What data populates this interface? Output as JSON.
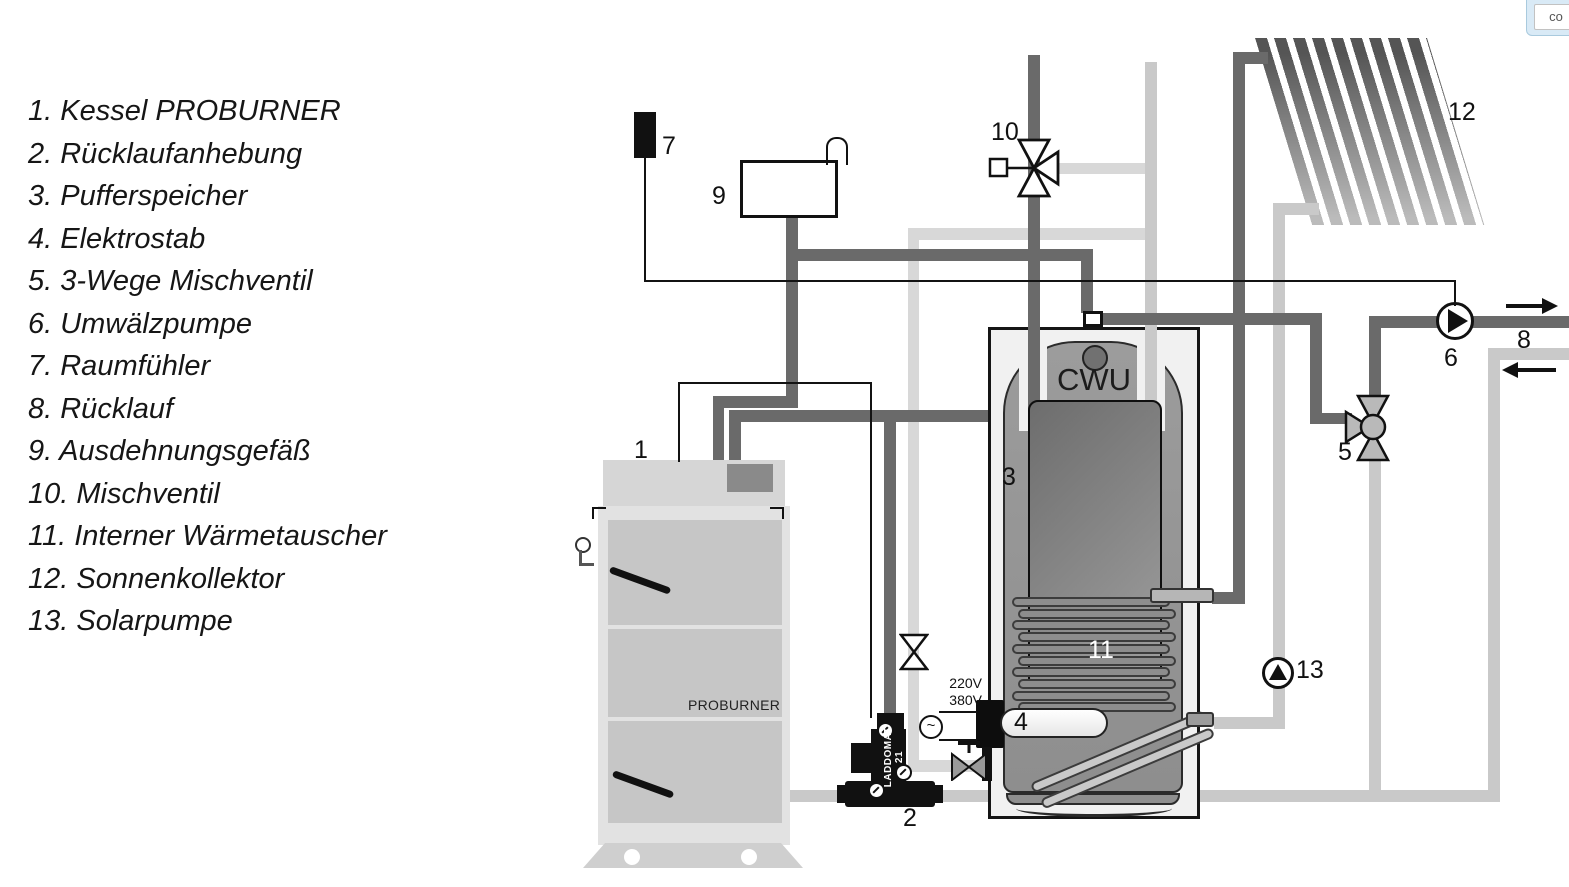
{
  "browser_chip": {
    "label": "co"
  },
  "legend": {
    "items": [
      "1. Kessel PROBURNER",
      "2. Rücklaufanhebung",
      "3. Pufferspeicher",
      "4. Elektrostab",
      "5. 3-Wege Mischventil",
      "6. Umwälzpumpe",
      "7. Raumfühler",
      "8. Rücklauf",
      "9. Ausdehnungsgefäß",
      "10. Mischventil",
      "11. Interner Wärmetauscher",
      "12. Sonnenkollektor",
      "13. Solarpumpe"
    ]
  },
  "diagram": {
    "component_numbers": {
      "boiler": "1",
      "return_unit": "2",
      "buffer_tank": "3",
      "heating_rod": "4",
      "mixing_valve_3way": "5",
      "circulation_pump": "6",
      "room_sensor": "7",
      "return_line": "8",
      "expansion_vessel": "9",
      "mixing_valve": "10",
      "heat_exchanger": "11",
      "solar_collector": "12",
      "solar_pump": "13"
    },
    "texts": {
      "boiler_brand": "PROBURNER",
      "tank_label": "CWU",
      "laddomat": "LADDOMAT 21",
      "voltage_1": "220V",
      "voltage_2": "380V",
      "ac_symbol": "~"
    }
  },
  "colors": {
    "pipe_dark": "#6a6a6a",
    "pipe_light": "#c9c9c9",
    "wire": "#131313",
    "chip_bg": "#d9eaf6"
  }
}
